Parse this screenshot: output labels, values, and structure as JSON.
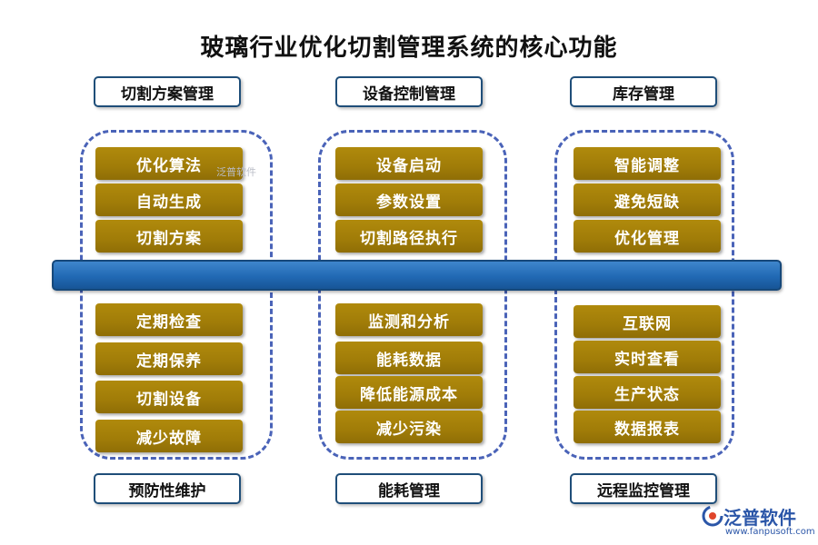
{
  "title": "玻璃行业优化切割管理系统的核心功能",
  "top_labels": [
    "切割方案管理",
    "设备控制管理",
    "库存管理"
  ],
  "bottom_labels": [
    "预防性维护",
    "能耗管理",
    "远程监控管理"
  ],
  "columns": [
    {
      "top_items": [
        "优化算法",
        "自动生成",
        "切割方案"
      ],
      "bottom_items": [
        "定期检查",
        "定期保养",
        "切割设备",
        "减少故障"
      ]
    },
    {
      "top_items": [
        "设备启动",
        "参数设置",
        "切割路径执行"
      ],
      "bottom_items": [
        "监测和分析",
        "能耗数据",
        "降低能源成本",
        "减少污染"
      ]
    },
    {
      "top_items": [
        "智能调整",
        "避免短缺",
        "优化管理"
      ],
      "bottom_items": [
        "互联网",
        "实时查看",
        "生产状态",
        "数据报表"
      ]
    }
  ],
  "watermark": "泛普软件",
  "logo": {
    "name": "泛普软件",
    "url": "www.fanpusoft.com"
  },
  "colors": {
    "gold": "#a07c08",
    "band": "#2169b4",
    "dash": "#4a63b8",
    "label_border": "#1f4e79"
  }
}
